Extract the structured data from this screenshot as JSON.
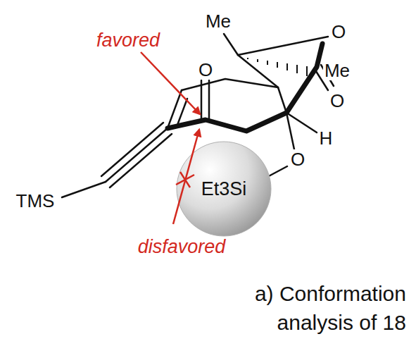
{
  "diagram": {
    "caption": "a) Conformation analysis of 18",
    "nodes": [
      {
        "text": [
          "Et3Si"
        ]
      }
    ],
    "labels": [
      "favored",
      "Me",
      "O",
      "Me",
      "O",
      "O",
      "H",
      "O",
      "TMS",
      "disfavored"
    ]
  }
}
